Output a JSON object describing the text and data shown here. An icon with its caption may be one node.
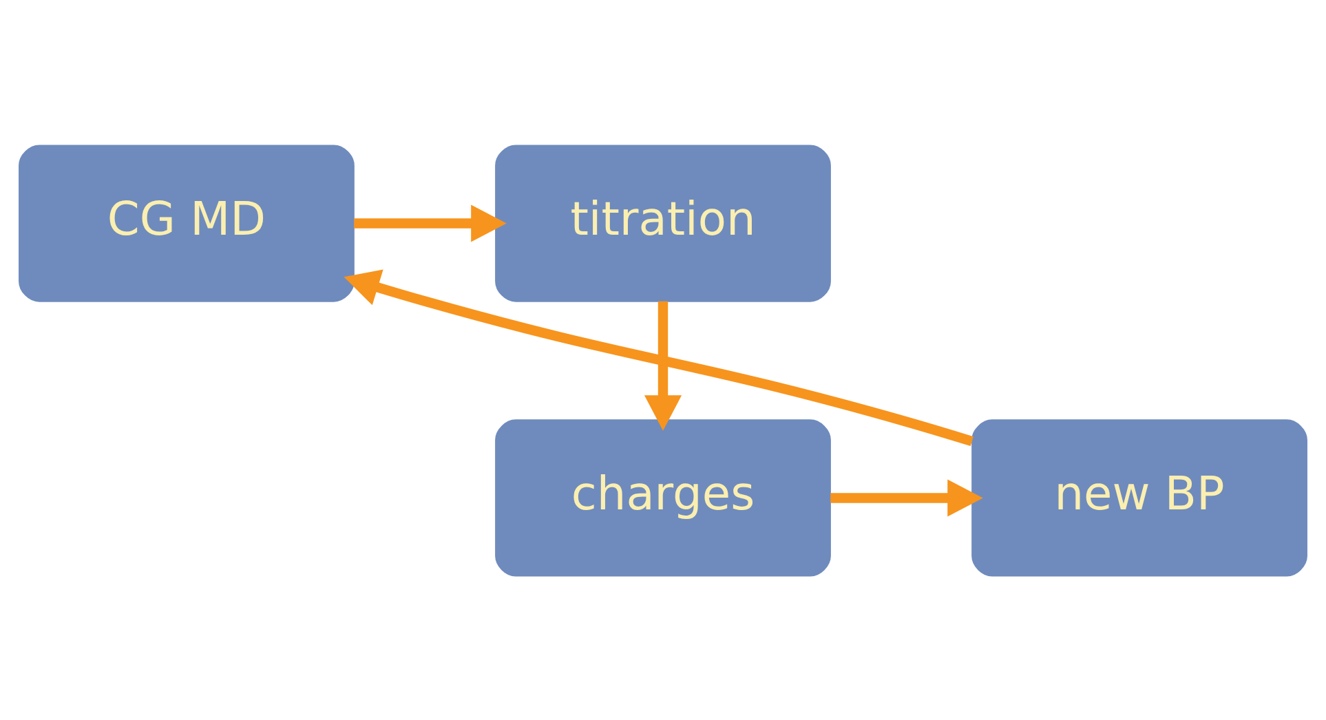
{
  "diagram": {
    "nodes": [
      {
        "text": [
          "CG MD"
        ]
      },
      {
        "text": [
          "titration"
        ]
      },
      {
        "text": [
          "charges"
        ]
      },
      {
        "text": [
          "new BP"
        ]
      }
    ],
    "edges": [
      {
        "from": 0,
        "to": 1,
        "arrow": "to"
      },
      {
        "from": 1,
        "to": 2,
        "arrow": "to"
      },
      {
        "from": 2,
        "to": 3,
        "arrow": "to"
      },
      {
        "from": 3,
        "to": 0,
        "arrow": "to"
      }
    ]
  }
}
